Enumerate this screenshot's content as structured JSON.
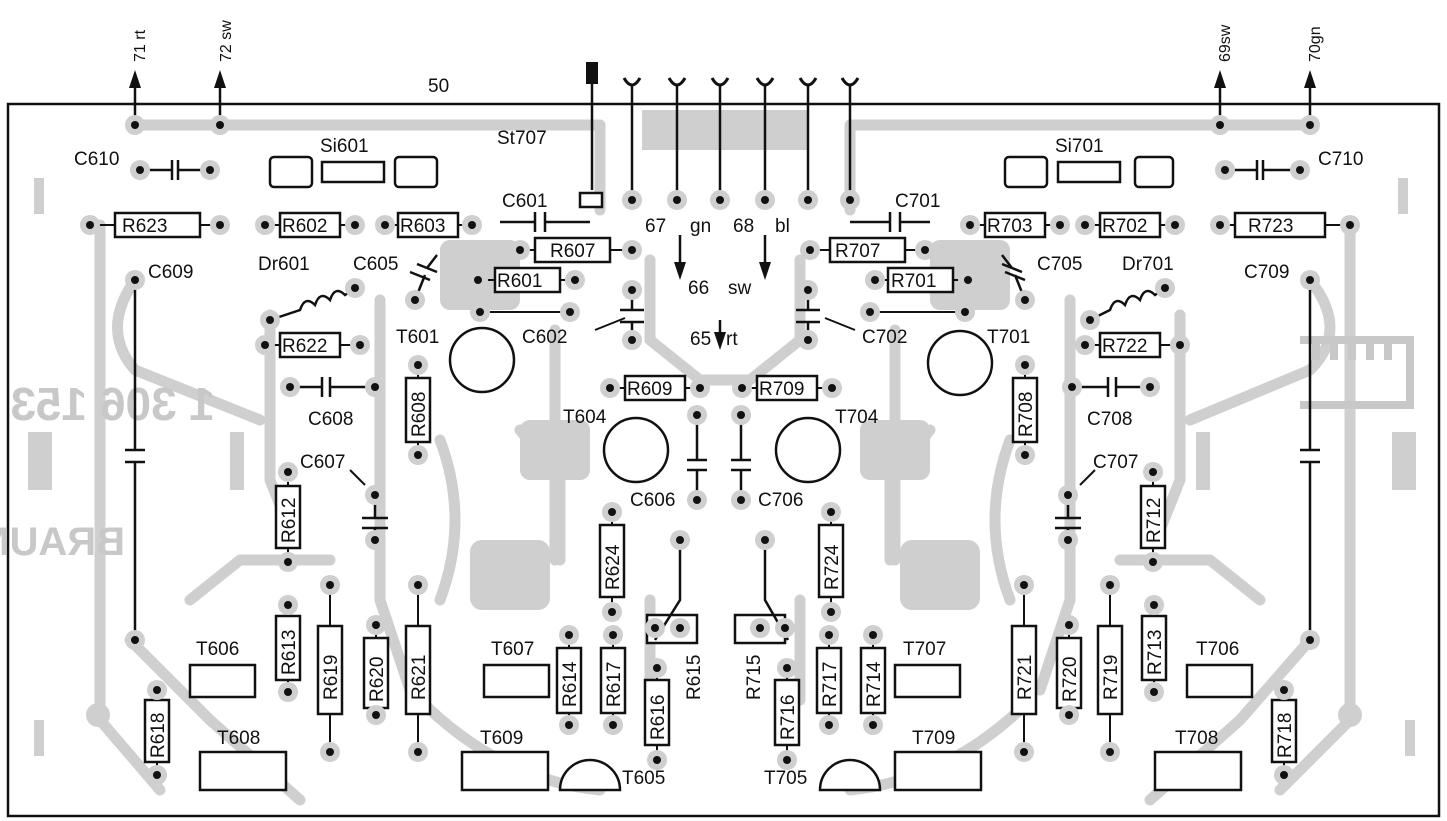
{
  "board_number": "50",
  "connector": "St707",
  "mirrored_marking": {
    "brand": "BRAUN",
    "part_number": "1 306 153"
  },
  "terminals": {
    "t71": "71 rt",
    "t72": "72 sw",
    "t69": "69sw",
    "t70": "70gn",
    "t67": "67",
    "t67c": "gn",
    "t68": "68",
    "t68c": "bl",
    "t66": "66",
    "t66c": "sw",
    "t65": "65",
    "t65c": "rt"
  },
  "components": {
    "si601": "Si601",
    "si701": "Si701",
    "c610": "C610",
    "c710": "C710",
    "c601": "C601",
    "c701": "C701",
    "r623": "R623",
    "r602": "R602",
    "r603": "R603",
    "r607": "R607",
    "r601": "R601",
    "r707": "R707",
    "r701": "R701",
    "r703": "R703",
    "r702": "R702",
    "r723": "R723",
    "c609": "C609",
    "dr601": "Dr601",
    "c605": "C605",
    "c705": "C705",
    "dr701": "Dr701",
    "c709": "C709",
    "r622": "R622",
    "r722": "R722",
    "t601": "T601",
    "c602": "C602",
    "c702": "C702",
    "t701": "T701",
    "r609": "R609",
    "r709": "R709",
    "c608": "C608",
    "r608": "R608",
    "r708": "R708",
    "c708": "C708",
    "t604": "T604",
    "t704": "T704",
    "c607": "C607",
    "c707": "C707",
    "c606": "C606",
    "c706": "C706",
    "r612": "R612",
    "r712": "R712",
    "r624": "R624",
    "r724": "R724",
    "r613": "R613",
    "r619": "R619",
    "r620": "R620",
    "r621": "R621",
    "t606": "T606",
    "t607": "T607",
    "r614": "R614",
    "r617": "R617",
    "r616": "R616",
    "r615": "R615",
    "r715": "R715",
    "r716": "R716",
    "r717": "R717",
    "r714": "R714",
    "t707": "T707",
    "r721": "R721",
    "r720": "R720",
    "r719": "R719",
    "r713": "R713",
    "t706": "T706",
    "r618": "R618",
    "t608": "T608",
    "t609": "T609",
    "t605": "T605",
    "t705": "T705",
    "t709": "T709",
    "t708": "T708",
    "r718": "R718"
  }
}
